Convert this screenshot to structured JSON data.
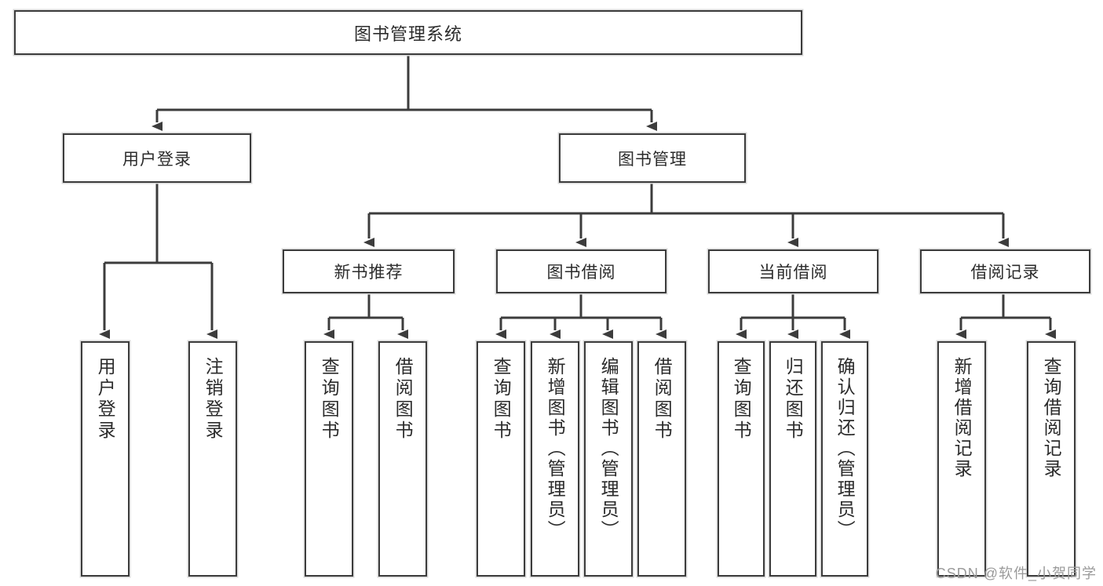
{
  "diagram": {
    "title": "图书管理系统",
    "type": "hierarchy-tree",
    "root": {
      "label": "图书管理系统"
    },
    "level2": [
      {
        "label": "用户登录"
      },
      {
        "label": "图书管理"
      }
    ],
    "level3": [
      {
        "label": "新书推荐"
      },
      {
        "label": "图书借阅"
      },
      {
        "label": "当前借阅"
      },
      {
        "label": "借阅记录"
      }
    ],
    "leaves": {
      "user_login": [
        {
          "label": "用户登录"
        },
        {
          "label": "注销登录"
        }
      ],
      "new_book_recommend": [
        {
          "label": "查询图书"
        },
        {
          "label": "借阅图书"
        }
      ],
      "book_borrow": [
        {
          "label": "查询图书"
        },
        {
          "label": "新增图书（管理员）"
        },
        {
          "label": "编辑图书（管理员）"
        },
        {
          "label": "借阅图书"
        }
      ],
      "current_borrow": [
        {
          "label": "查询图书"
        },
        {
          "label": "归还图书"
        },
        {
          "label": "确认归还（管理员）"
        }
      ],
      "borrow_record": [
        {
          "label": "新增借阅记录"
        },
        {
          "label": "查询借阅记录"
        }
      ]
    }
  },
  "watermark": {
    "text": "CSDN @软件_小贺同学"
  },
  "colors": {
    "stroke": "#3c3c3c",
    "shadow": "#d8d8d8",
    "background": "#ffffff",
    "text": "#2b2b2b",
    "watermark": "#9a9a9a"
  }
}
